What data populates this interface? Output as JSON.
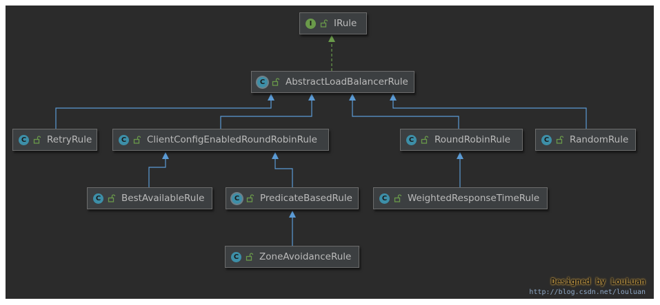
{
  "diagram": {
    "nodes": [
      {
        "id": "irule",
        "label": "IRule",
        "kind": "I"
      },
      {
        "id": "abstract",
        "label": "AbstractLoadBalancerRule",
        "kind": "C"
      },
      {
        "id": "retry",
        "label": "RetryRule",
        "kind": "C"
      },
      {
        "id": "clientconfig",
        "label": "ClientConfigEnabledRoundRobinRule",
        "kind": "C"
      },
      {
        "id": "roundrobin",
        "label": "RoundRobinRule",
        "kind": "C"
      },
      {
        "id": "random",
        "label": "RandomRule",
        "kind": "C"
      },
      {
        "id": "bestavailable",
        "label": "BestAvailableRule",
        "kind": "C"
      },
      {
        "id": "predicate",
        "label": "PredicateBasedRule",
        "kind": "C"
      },
      {
        "id": "weighted",
        "label": "WeightedResponseTimeRule",
        "kind": "C"
      },
      {
        "id": "zone",
        "label": "ZoneAvoidanceRule",
        "kind": "C"
      }
    ],
    "edges": [
      {
        "from": "abstract",
        "to": "irule",
        "type": "implements"
      },
      {
        "from": "retry",
        "to": "abstract",
        "type": "extends"
      },
      {
        "from": "clientconfig",
        "to": "abstract",
        "type": "extends"
      },
      {
        "from": "roundrobin",
        "to": "abstract",
        "type": "extends"
      },
      {
        "from": "random",
        "to": "abstract",
        "type": "extends"
      },
      {
        "from": "bestavailable",
        "to": "clientconfig",
        "type": "extends"
      },
      {
        "from": "predicate",
        "to": "clientconfig",
        "type": "extends"
      },
      {
        "from": "weighted",
        "to": "roundrobin",
        "type": "extends"
      },
      {
        "from": "zone",
        "to": "predicate",
        "type": "extends"
      }
    ],
    "colors": {
      "background": "#2b2b2b",
      "node": "#3c3f41",
      "extends": "#5b9bd5",
      "implements": "#6a9a4a",
      "text": "#bbbbbb"
    }
  },
  "watermark": {
    "text": "Designed by LouLuan",
    "url": "http://blog.csdn.net/louluan"
  }
}
